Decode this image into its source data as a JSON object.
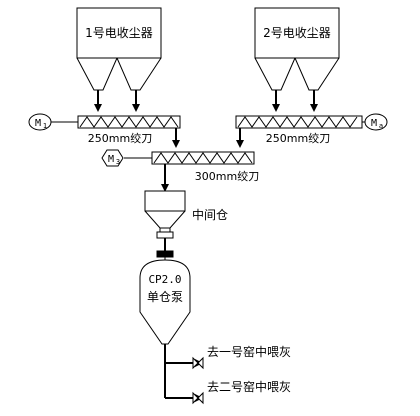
{
  "diagram": {
    "collector_1": {
      "label": "1号电收尘器"
    },
    "collector_2": {
      "label": "2号电收尘器"
    },
    "conveyor_left": {
      "label": "250mm绞刀",
      "motor": {
        "letter": "M",
        "sub": "1"
      }
    },
    "conveyor_right": {
      "label": "250mm绞刀",
      "motor": {
        "letter": "M",
        "sub": "a"
      }
    },
    "conveyor_main": {
      "label": "300mm绞刀",
      "motor": {
        "letter": "M",
        "sub": "3"
      }
    },
    "intermediate_bin": {
      "label": "中间仓"
    },
    "pump": {
      "line1": "CP2.0",
      "line2": "单仓泵"
    },
    "outlet_1": {
      "label": "去一号窑中喂灰"
    },
    "outlet_2": {
      "label": "去二号窑中喂灰"
    },
    "colors": {
      "line": "#000000",
      "background": "#ffffff"
    }
  }
}
